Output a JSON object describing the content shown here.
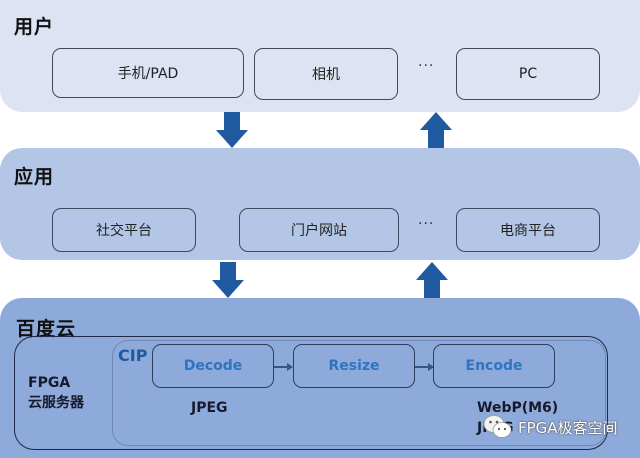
{
  "layers": {
    "user": {
      "title": "用户",
      "nodes": [
        "手机/PAD",
        "相机",
        "PC"
      ],
      "ellipsis": "···"
    },
    "app": {
      "title": "应用",
      "nodes": [
        "社交平台",
        "门户网站",
        "电商平台"
      ],
      "ellipsis": "···"
    },
    "cloud": {
      "title": "百度云",
      "server_label_line1": "FPGA",
      "server_label_line2": "云服务器",
      "cip": {
        "label": "CIP",
        "stages": [
          "Decode",
          "Resize",
          "Encode"
        ],
        "input_format": "JPEG",
        "output_formats": [
          "WebP(M6)",
          "JPEG"
        ]
      }
    }
  },
  "arrows": [
    {
      "from": "user",
      "to": "app",
      "direction": "down"
    },
    {
      "from": "app",
      "to": "user",
      "direction": "up"
    },
    {
      "from": "app",
      "to": "cloud",
      "direction": "down"
    },
    {
      "from": "cloud",
      "to": "app",
      "direction": "up"
    }
  ],
  "watermark": "FPGA极客空间",
  "colors": {
    "user_layer": "#dde3f2",
    "app_layer": "#b3c6e6",
    "cloud_layer": "#8eaadb",
    "arrow": "#1f5aa0",
    "stage_text": "#2f74c0"
  }
}
